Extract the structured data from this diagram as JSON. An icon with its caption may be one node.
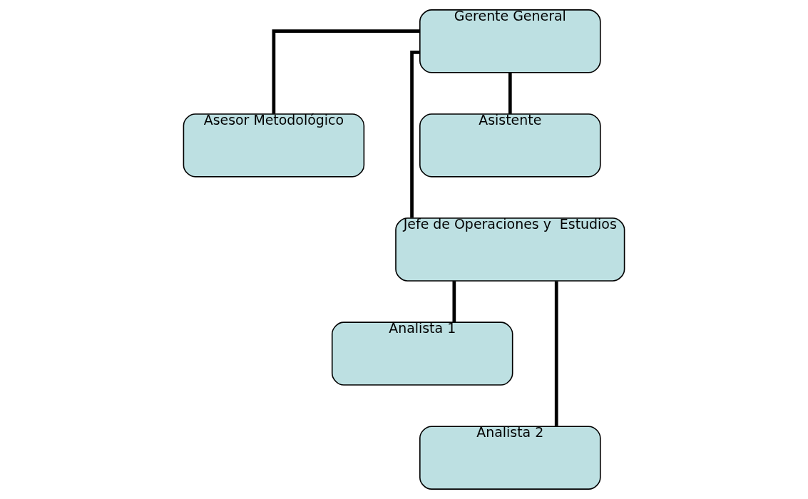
{
  "diagram": {
    "nodes": [
      {
        "text": [
          "Gerente General"
        ]
      },
      {
        "text": [
          "Asesor Metodológico"
        ]
      },
      {
        "text": [
          "Asistente"
        ]
      },
      {
        "text": [
          "Jefe de Operaciones y  Estudios"
        ]
      },
      {
        "text": [
          "Analista 1"
        ]
      },
      {
        "text": [
          "Analista 2"
        ]
      }
    ],
    "edges": [
      {
        "from": 0,
        "to": 1,
        "arrow": "none"
      },
      {
        "from": 0,
        "to": 2,
        "arrow": "none"
      },
      {
        "from": 0,
        "to": 3,
        "arrow": "none"
      },
      {
        "from": 3,
        "to": 4,
        "arrow": "none"
      },
      {
        "from": 3,
        "to": 5,
        "arrow": "none"
      }
    ]
  }
}
